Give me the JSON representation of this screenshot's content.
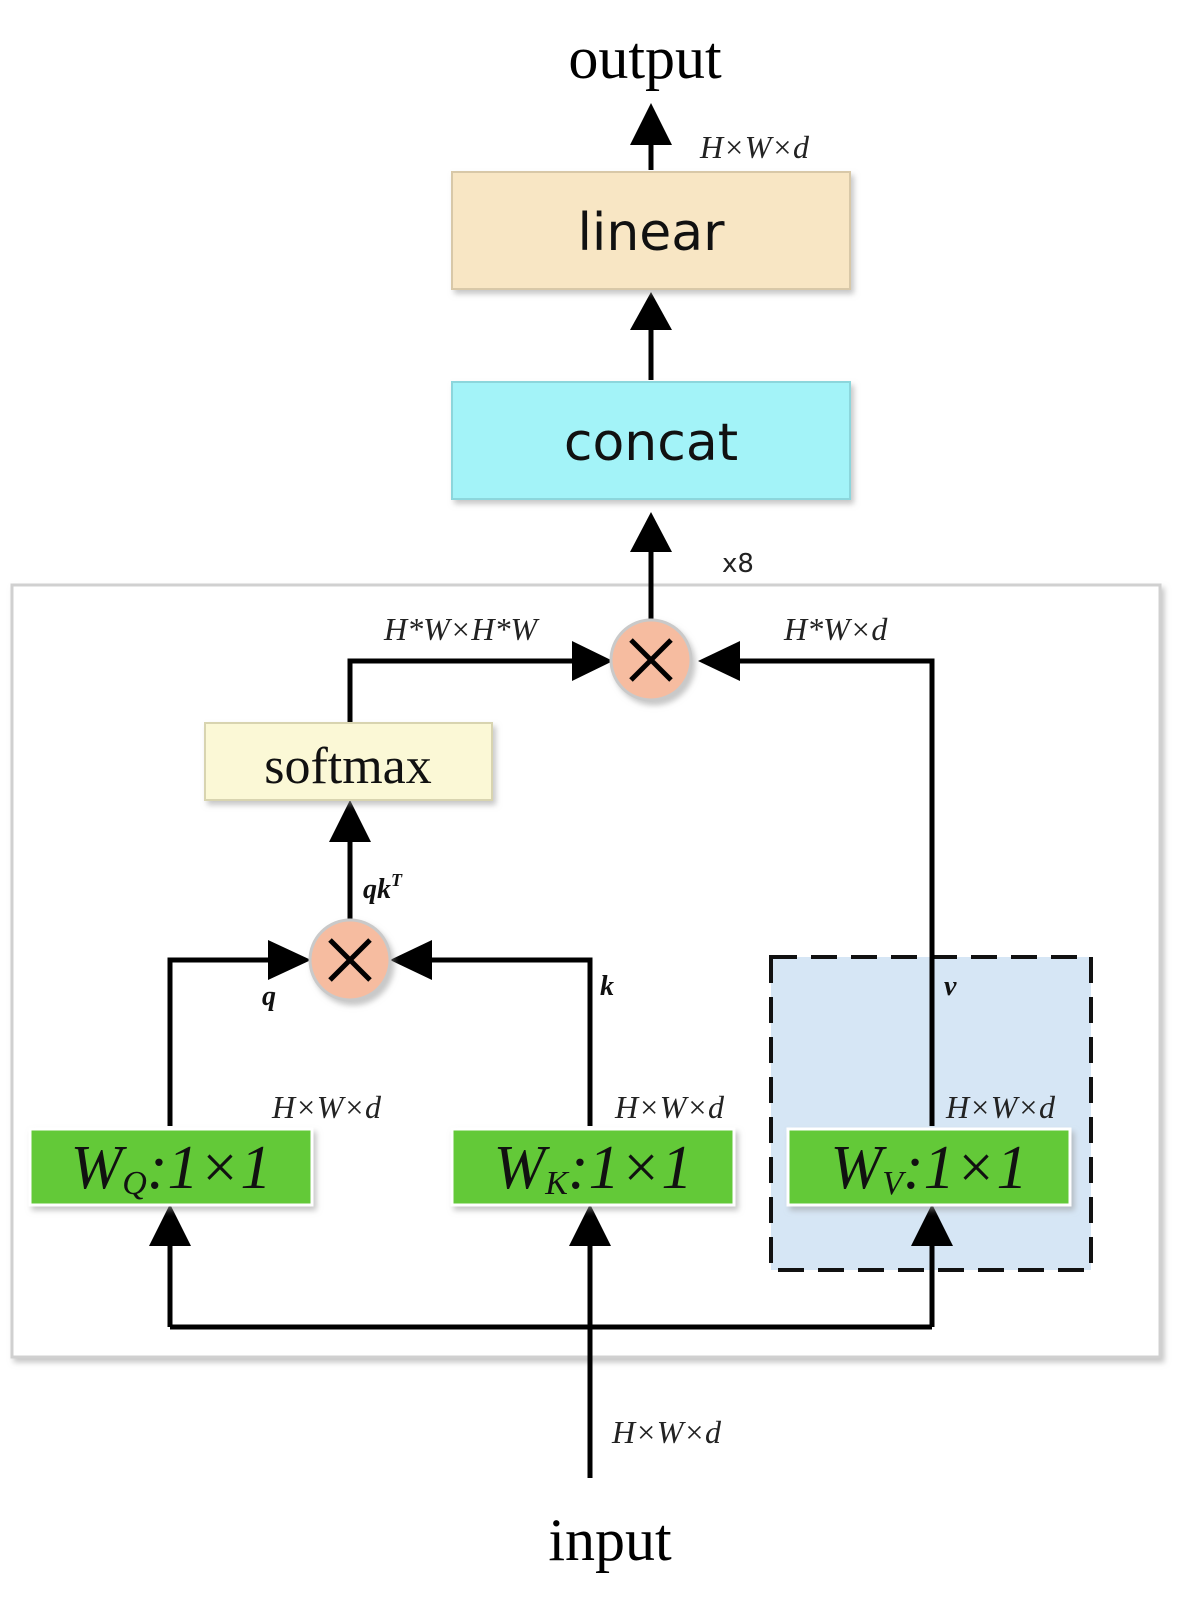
{
  "labels": {
    "output": "output",
    "input": "input",
    "linear": "linear",
    "concat": "concat",
    "softmax": "softmax",
    "repeat": "x8"
  },
  "weights": {
    "wq": {
      "main": "W",
      "sub": "Q",
      "rest": ":1×1"
    },
    "wk": {
      "main": "W",
      "sub": "K",
      "rest": ":1×1"
    },
    "wv": {
      "main": "W",
      "sub": "V",
      "rest": ":1×1"
    }
  },
  "dims": {
    "linear_out": "H×W×d",
    "softmax_out": "H*W×H*W",
    "v_in": "H*W×d",
    "wq_out": "H×W×d",
    "wk_out": "H×W×d",
    "wv_out": "H×W×d",
    "input": "H×W×d"
  },
  "vars": {
    "q": "q",
    "k": "k",
    "v": "v",
    "qk": "qk",
    "qk_sup": "T"
  },
  "operators": {
    "multiply": "×"
  },
  "colors": {
    "linear_fill": "#f8e6c4",
    "concat_fill": "#a3f3f8",
    "softmax_fill": "#fbf8d6",
    "weight_fill": "#63c937",
    "v_region_fill": "#d6e6f5",
    "operator_fill": "#f6bca0",
    "outer_border": "#d0d0d0"
  }
}
